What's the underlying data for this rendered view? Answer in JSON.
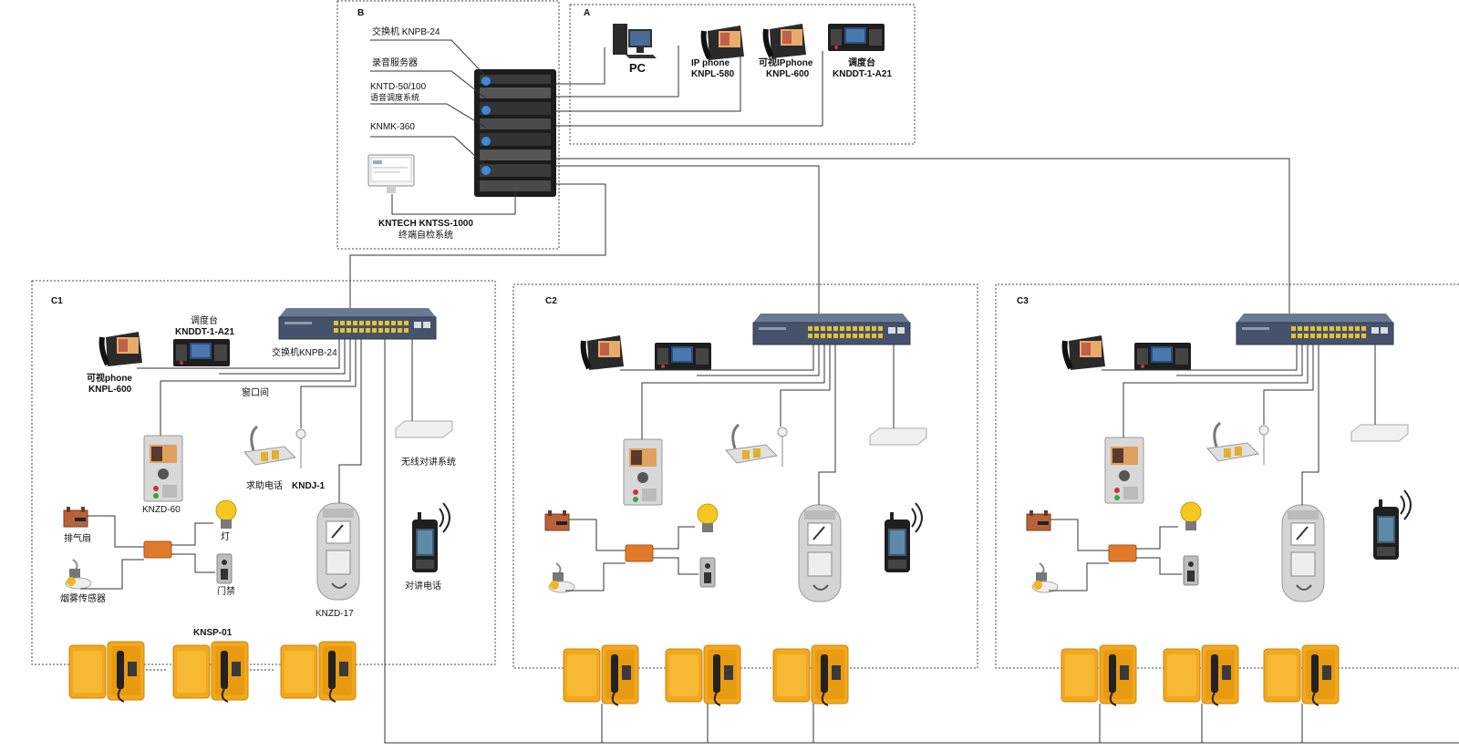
{
  "zones": {
    "a": {
      "label": "A"
    },
    "b": {
      "label": "B"
    },
    "c1": {
      "label": "C1"
    },
    "c2": {
      "label": "C2"
    },
    "c3": {
      "label": "C3"
    }
  },
  "rack_labels": {
    "switch": "交换机 KNPB-24",
    "recorder": "录音服务器",
    "dispatch_l1": "KNTD-50/100",
    "dispatch_l2": "语音调度系统",
    "knmk": "KNMK-360"
  },
  "self_check": {
    "l1": "KNTECH KNTSS-1000",
    "l2": "终端自检系统"
  },
  "zone_a": {
    "pc": "PC",
    "ipphone_l1": "IP phone",
    "ipphone_l2": "KNPL-580",
    "videophone_l1": "可视IPphone",
    "videophone_l2": "KNPL-600",
    "console_l1": "调度台",
    "console_l2": "KNDDT-1-A21"
  },
  "zone_c1": {
    "console_l1": "调度台",
    "console_l2": "KNDDT-1-A21",
    "phone_l1": "可视phone",
    "phone_l2": "KNPL-600",
    "switch": "交换机KNPB-24",
    "window": "窗口间",
    "knzd60": "KNZD-60",
    "help": "求助电话",
    "kndj": "KNDJ-1",
    "wireless": "无线对讲系统",
    "exhaust": "排气扇",
    "light": "灯",
    "smoke": "烟雾传感器",
    "door": "门禁",
    "knzd17": "KNZD-17",
    "intercom": "对讲电话",
    "knsp": "KNSP-01"
  },
  "colors": {
    "phone_yellow": "#f2a81c",
    "switch_blue": "#4a5a72",
    "rack_black": "#1c1c1c",
    "handset_black": "#222222"
  }
}
